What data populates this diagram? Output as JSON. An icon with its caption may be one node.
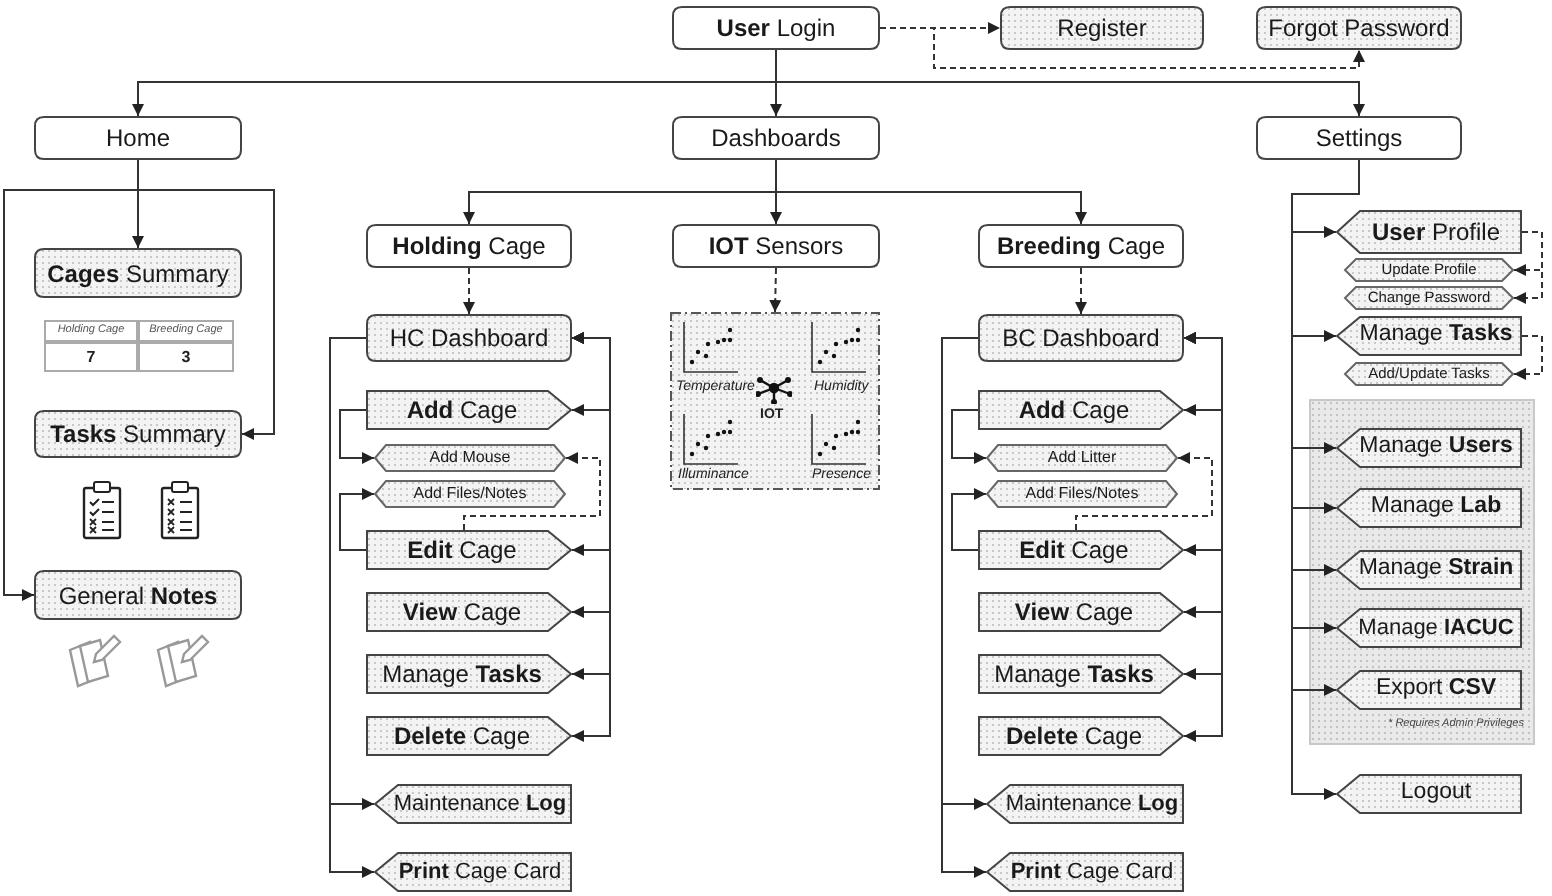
{
  "diagram": {
    "nodes": [
      {
        "text": [
          "**User** Login"
        ]
      },
      {
        "text": [
          "Register"
        ]
      },
      {
        "text": [
          "Forgot Password"
        ]
      },
      {
        "text": [
          "Home"
        ]
      },
      {
        "text": [
          "Dashboards"
        ]
      },
      {
        "text": [
          "Settings"
        ]
      },
      {
        "text": [
          "**Cages** Summary"
        ]
      },
      {
        "text": [
          "**Tasks** Summary"
        ]
      },
      {
        "text": [
          "General **Notes**"
        ]
      },
      {
        "text": [
          "**Holding** Cage"
        ]
      },
      {
        "text": [
          "**IOT** Sensors"
        ]
      },
      {
        "text": [
          "**Breeding** Cage"
        ]
      },
      {
        "text": [
          "HC Dashboard"
        ]
      },
      {
        "text": [
          "Temperature",
          "Humidity",
          "IOT",
          "Illuminance",
          "Presence"
        ]
      },
      {
        "text": [
          "**Add** Cage"
        ]
      },
      {
        "text": [
          "Add Mouse"
        ]
      },
      {
        "text": [
          "Add Files/Notes"
        ]
      },
      {
        "text": [
          "**Edit** Cage"
        ]
      },
      {
        "text": [
          "**View** Cage"
        ]
      },
      {
        "text": [
          "Manage **Tasks**"
        ]
      },
      {
        "text": [
          "**Delete** Cage"
        ]
      },
      {
        "text": [
          "Maintenance **Log**"
        ]
      },
      {
        "text": [
          "**Print** Cage Card"
        ]
      },
      {
        "text": [
          "BC Dashboard"
        ]
      },
      {
        "text": [
          "**Add** Cage"
        ]
      },
      {
        "text": [
          "Add Litter"
        ]
      },
      {
        "text": [
          "Add Files/Notes"
        ]
      },
      {
        "text": [
          "**Edit** Cage"
        ]
      },
      {
        "text": [
          "**View** Cage"
        ]
      },
      {
        "text": [
          "Manage **Tasks**"
        ]
      },
      {
        "text": [
          "**Delete** Cage"
        ]
      },
      {
        "text": [
          "Maintenance **Log**"
        ]
      },
      {
        "text": [
          "**Print** Cage Card"
        ]
      },
      {
        "text": [
          "**User** Profile"
        ]
      },
      {
        "text": [
          "Update Profile"
        ]
      },
      {
        "text": [
          "Change Password"
        ]
      },
      {
        "text": [
          "Manage **Tasks**"
        ]
      },
      {
        "text": [
          "Add/Update Tasks"
        ]
      },
      {
        "text": [
          "* Requires Admin Privileges"
        ]
      },
      {
        "text": [
          "Manage **Users**"
        ],
        "in": 38
      },
      {
        "text": [
          "Manage **Lab**"
        ],
        "in": 38
      },
      {
        "text": [
          "Manage **Strain**"
        ],
        "in": 38
      },
      {
        "text": [
          "Manage **IACUC**"
        ],
        "in": 38
      },
      {
        "text": [
          "Export **CSV**"
        ],
        "in": 38
      },
      {
        "text": [
          "Logout"
        ]
      }
    ],
    "edges": [
      {
        "from": 0,
        "to": 1,
        "arrow": "to",
        "style": "dashed"
      },
      {
        "from": 0,
        "to": 2,
        "arrow": "to",
        "style": "dashed"
      },
      {
        "from": 0,
        "to": 3,
        "arrow": "to"
      },
      {
        "from": 0,
        "to": 4,
        "arrow": "to"
      },
      {
        "from": 0,
        "to": 5,
        "arrow": "to"
      },
      {
        "from": 3,
        "to": 6,
        "arrow": "to"
      },
      {
        "from": 3,
        "to": 7,
        "arrow": "to"
      },
      {
        "from": 3,
        "to": 8,
        "arrow": "to"
      },
      {
        "from": 4,
        "to": 9,
        "arrow": "to"
      },
      {
        "from": 4,
        "to": 10,
        "arrow": "to"
      },
      {
        "from": 4,
        "to": 11,
        "arrow": "to"
      },
      {
        "from": 9,
        "to": 12,
        "arrow": "to",
        "style": "dashed"
      },
      {
        "from": 10,
        "to": 13,
        "arrow": "to",
        "style": "dashed"
      },
      {
        "from": 11,
        "to": 23,
        "arrow": "to",
        "style": "dashed"
      },
      {
        "from": 12,
        "to": 14,
        "arrow": "both"
      },
      {
        "from": 12,
        "to": 17,
        "arrow": "both"
      },
      {
        "from": 12,
        "to": 18,
        "arrow": "both"
      },
      {
        "from": 12,
        "to": 19,
        "arrow": "both"
      },
      {
        "from": 12,
        "to": 20,
        "arrow": "both"
      },
      {
        "from": 12,
        "to": 21,
        "arrow": "to"
      },
      {
        "from": 12,
        "to": 22,
        "arrow": "to"
      },
      {
        "from": 14,
        "to": 15,
        "arrow": "to"
      },
      {
        "from": 17,
        "to": 16,
        "arrow": "to"
      },
      {
        "from": 17,
        "to": 15,
        "arrow": "to",
        "style": "dashed"
      },
      {
        "from": 23,
        "to": 24,
        "arrow": "both"
      },
      {
        "from": 23,
        "to": 27,
        "arrow": "both"
      },
      {
        "from": 23,
        "to": 28,
        "arrow": "both"
      },
      {
        "from": 23,
        "to": 29,
        "arrow": "both"
      },
      {
        "from": 23,
        "to": 30,
        "arrow": "both"
      },
      {
        "from": 23,
        "to": 31,
        "arrow": "to"
      },
      {
        "from": 23,
        "to": 32,
        "arrow": "to"
      },
      {
        "from": 24,
        "to": 25,
        "arrow": "to"
      },
      {
        "from": 27,
        "to": 26,
        "arrow": "to"
      },
      {
        "from": 27,
        "to": 25,
        "arrow": "to",
        "style": "dashed"
      },
      {
        "from": 5,
        "to": 33,
        "arrow": "to"
      },
      {
        "from": 5,
        "to": 36,
        "arrow": "to"
      },
      {
        "from": 5,
        "to": 39,
        "arrow": "to"
      },
      {
        "from": 5,
        "to": 40,
        "arrow": "to"
      },
      {
        "from": 5,
        "to": 41,
        "arrow": "to"
      },
      {
        "from": 5,
        "to": 42,
        "arrow": "to"
      },
      {
        "from": 5,
        "to": 43,
        "arrow": "to"
      },
      {
        "from": 5,
        "to": 44,
        "arrow": "to"
      },
      {
        "from": 33,
        "to": 34,
        "arrow": "to",
        "style": "dashed"
      },
      {
        "from": 33,
        "to": 35,
        "arrow": "to",
        "style": "dashed"
      },
      {
        "from": 36,
        "to": 37,
        "arrow": "to",
        "style": "dashed"
      }
    ],
    "labels": [
      "Holding Cage",
      "Breeding Cage",
      "7",
      "3"
    ]
  }
}
